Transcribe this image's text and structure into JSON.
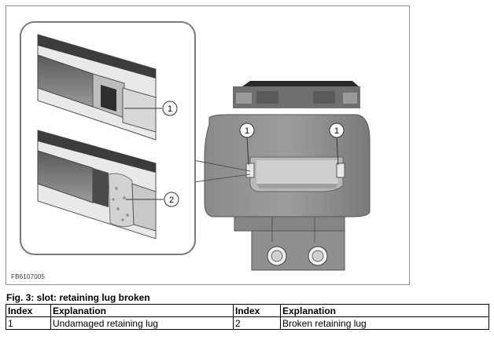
{
  "figure": {
    "code": "FB6107005",
    "callouts": [
      "1",
      "2",
      "1",
      "1"
    ]
  },
  "caption": "Fig. 3: slot: retaining lug broken",
  "legend": {
    "headers": [
      "Index",
      "Explanation",
      "Index",
      "Explanation"
    ],
    "row": [
      "1",
      "Undamaged retaining lug",
      "2",
      "Broken retaining lug"
    ]
  }
}
